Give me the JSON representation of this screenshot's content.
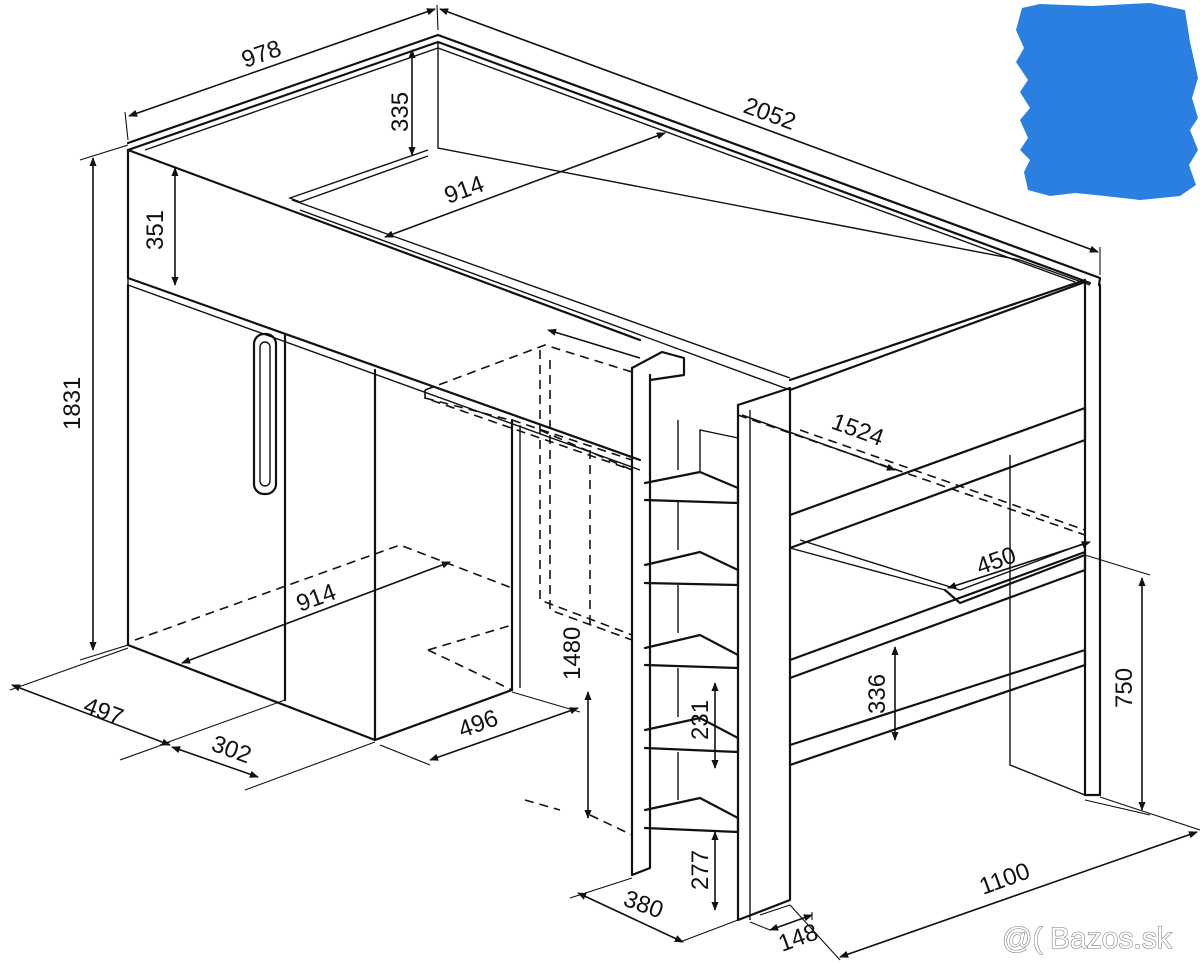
{
  "dimensions": {
    "length_top": "2052",
    "width_top": "978",
    "guard_height_back": "335",
    "guard_height_front": "351",
    "mattress_width": "914",
    "total_height": "1831",
    "wardrobe_width": "914",
    "wardrobe_depth": "497",
    "door_width": "302",
    "desk_pullout_depth": "496",
    "desk_pullout_length": "1524",
    "desk_clearance": "1480",
    "shelf_depth": "450",
    "desk_height": "750",
    "shelf_spacing": "336",
    "step_spacing": "231",
    "first_step_height": "277",
    "ladder_depth": "380",
    "post_width": "148",
    "end_width": "1100"
  },
  "watermark": {
    "logo_glyph": "@(",
    "text": "Bazos.sk"
  },
  "colors": {
    "line": "#111111",
    "redaction_blue": "#2a7fe0",
    "background": "#ffffff"
  }
}
